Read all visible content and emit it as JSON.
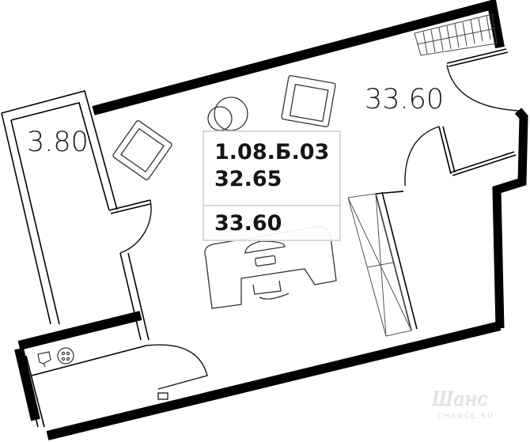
{
  "plan": {
    "unit_id": "1.08.Б.03",
    "living_area": "32.65",
    "total_area": "33.60",
    "rooms": [
      {
        "name": "bathroom",
        "area": "3.80"
      },
      {
        "name": "main-room",
        "area": "33.60"
      }
    ],
    "furniture": [
      "armchair",
      "armchair",
      "round-table",
      "round-table",
      "desk",
      "office-chair",
      "monitor",
      "keyboard",
      "toilet",
      "washbasin",
      "wardrobe",
      "radiator"
    ]
  },
  "watermark": {
    "logo": "Шанс",
    "site": "CHANCE.RU"
  },
  "colors": {
    "wall": "#000000",
    "line": "#1a1a1a",
    "info_border": "#d8d8d8",
    "background": "#ffffff"
  }
}
